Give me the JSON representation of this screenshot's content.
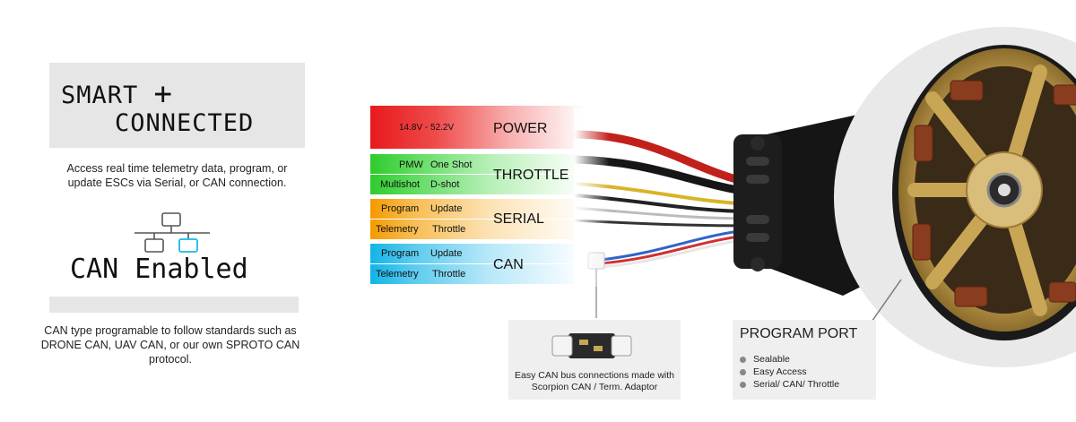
{
  "left": {
    "title_line1": "SMART",
    "title_plus": "+",
    "title_line2": "CONNECTED",
    "description": "Access real time telemetry data, program, or update ESCs via Serial, or CAN connection.",
    "can_title": "CAN Enabled",
    "can_description": "CAN type programable to follow standards such as DRONE CAN, UAV CAN, or our own SPROTO CAN protocol."
  },
  "wires": {
    "power": {
      "label": "POWER",
      "range": "14.8V - 52.2V",
      "color": "#e8191c"
    },
    "throttle": {
      "label": "THROTTLE",
      "row1": [
        "PMW",
        "One Shot"
      ],
      "row2": [
        "Multishot",
        "D-shot"
      ],
      "color": "#3cd43c"
    },
    "serial": {
      "label": "SERIAL",
      "row1": [
        "Program",
        "Update"
      ],
      "row2": [
        "Telemetry",
        "Throttle"
      ],
      "color": "#f5a20a"
    },
    "can": {
      "label": "CAN",
      "row1": [
        "Program",
        "Update"
      ],
      "row2": [
        "Telemetry",
        "Throttle"
      ],
      "color": "#1ab8ea"
    }
  },
  "adaptor": {
    "text": "Easy CAN bus connections made with Scorpion CAN / Term. Adaptor"
  },
  "program_port": {
    "title": "PROGRAM PORT",
    "items": [
      "Sealable",
      "Easy Access",
      "Serial/ CAN/ Throttle"
    ]
  }
}
